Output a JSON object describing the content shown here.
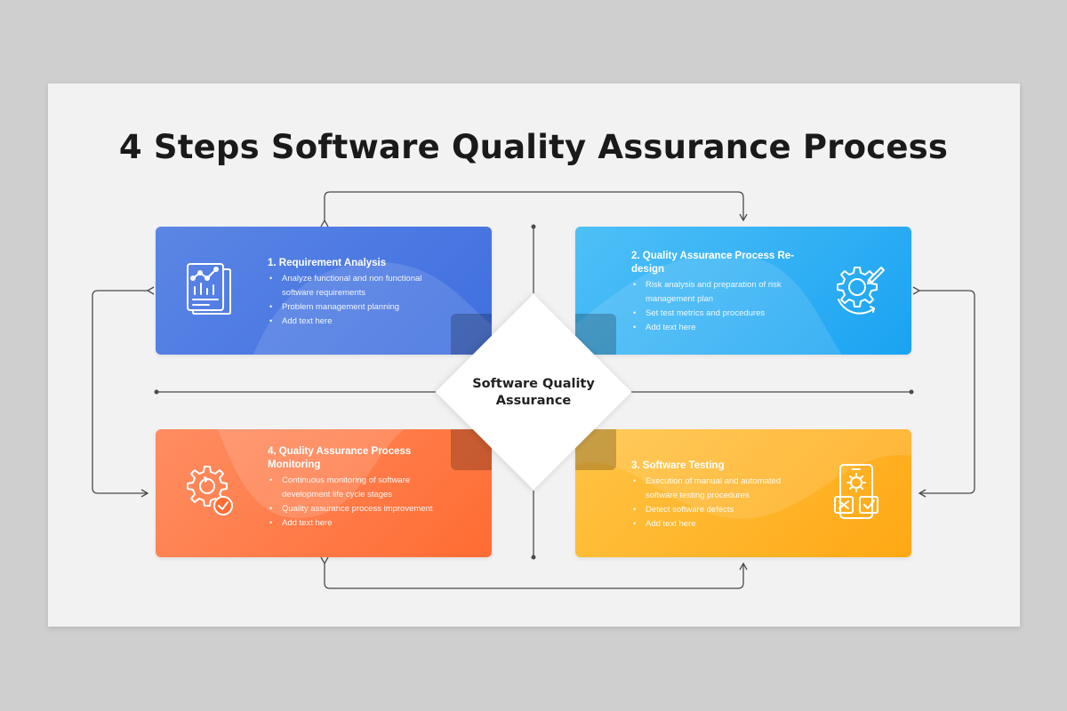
{
  "title": "4 Steps Software Quality Assurance Process",
  "center_label": "Software Quality Assurance",
  "colors": {
    "step1": "#4a78e3",
    "step2": "#2bb0f4",
    "step3": "#ffb52a",
    "step4": "#ff7a45",
    "connector": "#4a4a4a"
  },
  "steps": [
    {
      "title": "1. Requirement Analysis",
      "icon": "report-chart-icon",
      "items": [
        "Analyze functional and non functional software requirements",
        "Problem management planning",
        "Add text here"
      ]
    },
    {
      "title": "2. Quality Assurance Process Re-design",
      "icon": "gear-pencil-icon",
      "items": [
        "Risk analysis and preparation of risk management plan",
        "Set test metrics and procedures",
        "Add text here"
      ]
    },
    {
      "title": "3. Software Testing",
      "icon": "mobile-test-icon",
      "items": [
        "Execution of manual and automated software testing procedures",
        "Detect software defects",
        "Add text here"
      ]
    },
    {
      "title": "4. Quality Assurance Process Monitoring",
      "icon": "gear-check-icon",
      "items": [
        "Continuous monitoring of software development life cycle stages",
        "Quality assurance process improvement",
        "Add text here"
      ]
    }
  ]
}
